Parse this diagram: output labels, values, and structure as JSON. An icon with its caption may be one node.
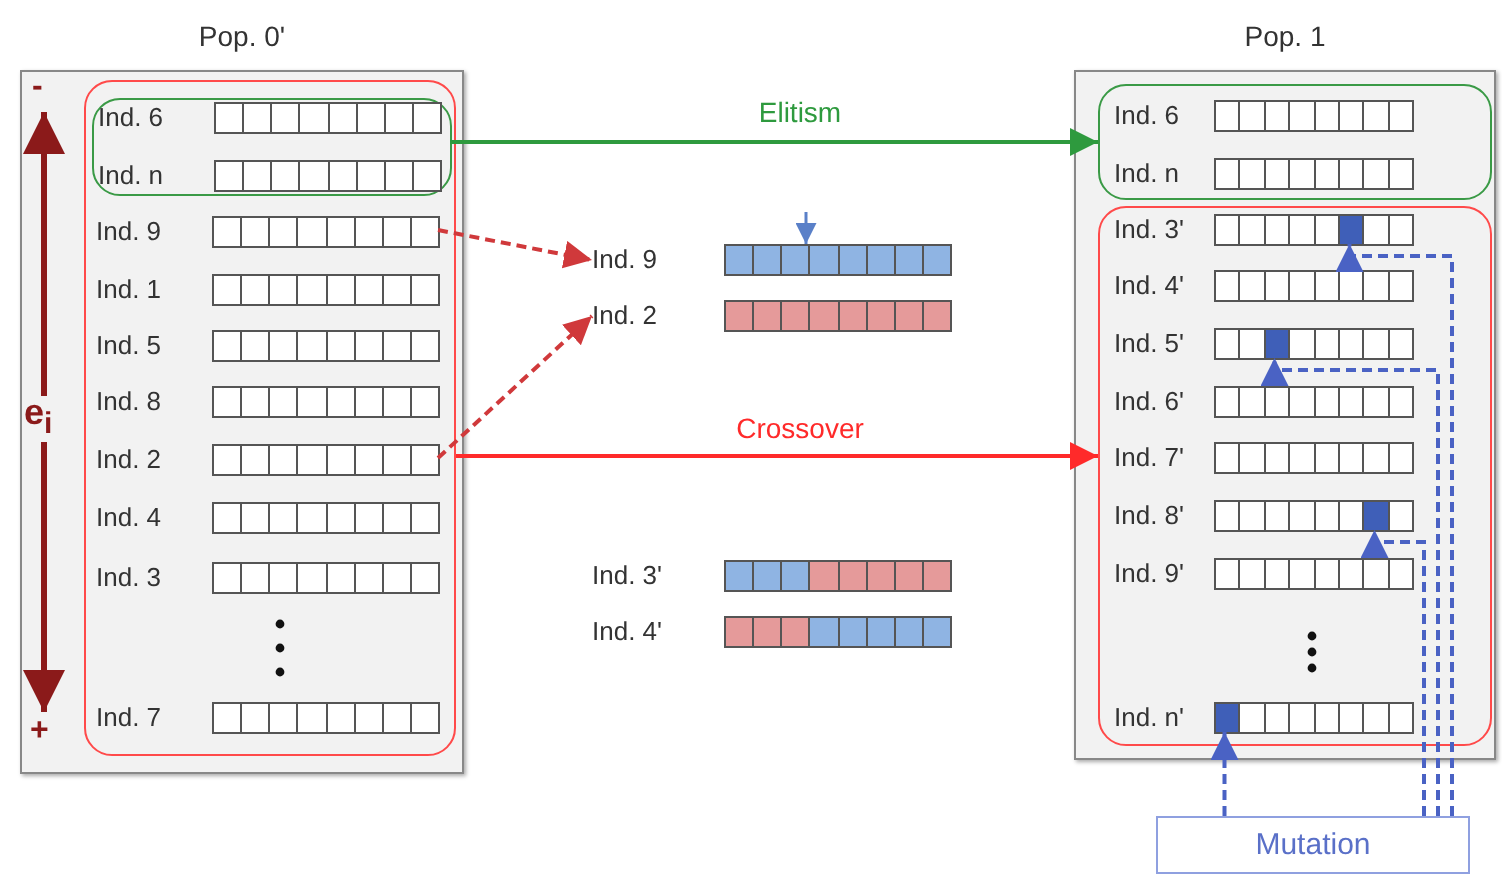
{
  "diagram": {
    "nodes": [
      {
        "text": [
          "Pop. 0'"
        ]
      },
      {
        "text": [],
        "shape": "box",
        "in": 0
      },
      {
        "text": [],
        "shape": "box",
        "in": 1
      },
      {
        "text": [
          "Ind. 6"
        ],
        "in": 2
      },
      {
        "text": [
          "Ind. n"
        ],
        "in": 2
      },
      {
        "text": [
          "Ind. 9"
        ],
        "in": 1
      },
      {
        "text": [
          "Ind. 1"
        ],
        "in": 1
      },
      {
        "text": [
          "Ind. 5"
        ],
        "in": 1
      },
      {
        "text": [
          "Ind. 8"
        ],
        "in": 1
      },
      {
        "text": [
          "Ind. 2"
        ],
        "in": 1
      },
      {
        "text": [
          "Ind. 4"
        ],
        "in": 1
      },
      {
        "text": [
          "Ind. 3"
        ],
        "in": 1
      },
      {
        "text": [
          "Ind. 7"
        ],
        "in": 1
      },
      {
        "text": [
          "Ind. 9"
        ]
      },
      {
        "text": [
          "Ind. 2"
        ]
      },
      {
        "text": [
          "Ind. 3'"
        ]
      },
      {
        "text": [
          "Ind. 4'"
        ]
      },
      {
        "text": [
          "Pop. 1"
        ]
      },
      {
        "text": [],
        "shape": "box",
        "in": 17
      },
      {
        "text": [
          "Ind. 6"
        ],
        "in": 18
      },
      {
        "text": [
          "Ind. n"
        ],
        "in": 18
      },
      {
        "text": [],
        "shape": "box",
        "in": 17
      },
      {
        "text": [
          "Ind. 3'"
        ],
        "in": 21
      },
      {
        "text": [
          "Ind. 4'"
        ],
        "in": 21
      },
      {
        "text": [
          "Ind. 5'"
        ],
        "in": 21
      },
      {
        "text": [
          "Ind. 6'"
        ],
        "in": 21
      },
      {
        "text": [
          "Ind. 7'"
        ],
        "in": 21
      },
      {
        "text": [
          "Ind. 8'"
        ],
        "in": 21
      },
      {
        "text": [
          "Ind. 9'"
        ],
        "in": 21
      },
      {
        "text": [
          "Ind. n'"
        ],
        "in": 21
      },
      {
        "text": [
          "Mutation"
        ]
      }
    ],
    "edges": [
      {
        "from": 2,
        "to": 18,
        "arrow": "to",
        "label": "Elitism",
        "color": "#2e9a3e"
      },
      {
        "from": 5,
        "to": 13,
        "arrow": "to",
        "style": "dashed",
        "color": "#d0393b"
      },
      {
        "from": 9,
        "to": 14,
        "arrow": "to",
        "style": "dashed",
        "color": "#d0393b"
      },
      {
        "from": 1,
        "to": 21,
        "arrow": "to",
        "label": "Crossover",
        "color": "#ff2a2a"
      },
      {
        "from": 30,
        "to": 29,
        "arrow": "to",
        "style": "dashed",
        "color": "#4a62c4"
      },
      {
        "from": 30,
        "to": 24,
        "arrow": "to",
        "style": "dashed",
        "color": "#4a62c4"
      },
      {
        "from": 30,
        "to": 22,
        "arrow": "to",
        "style": "dashed",
        "color": "#4a62c4"
      },
      {
        "from": 30,
        "to": 27,
        "arrow": "to",
        "style": "dashed",
        "color": "#4a62c4"
      },
      {
        "from": null,
        "to": 13,
        "arrow": "to",
        "color": "#5a80c8"
      }
    ],
    "labels": [
      "-",
      "e$_{i}$",
      "+"
    ]
  }
}
